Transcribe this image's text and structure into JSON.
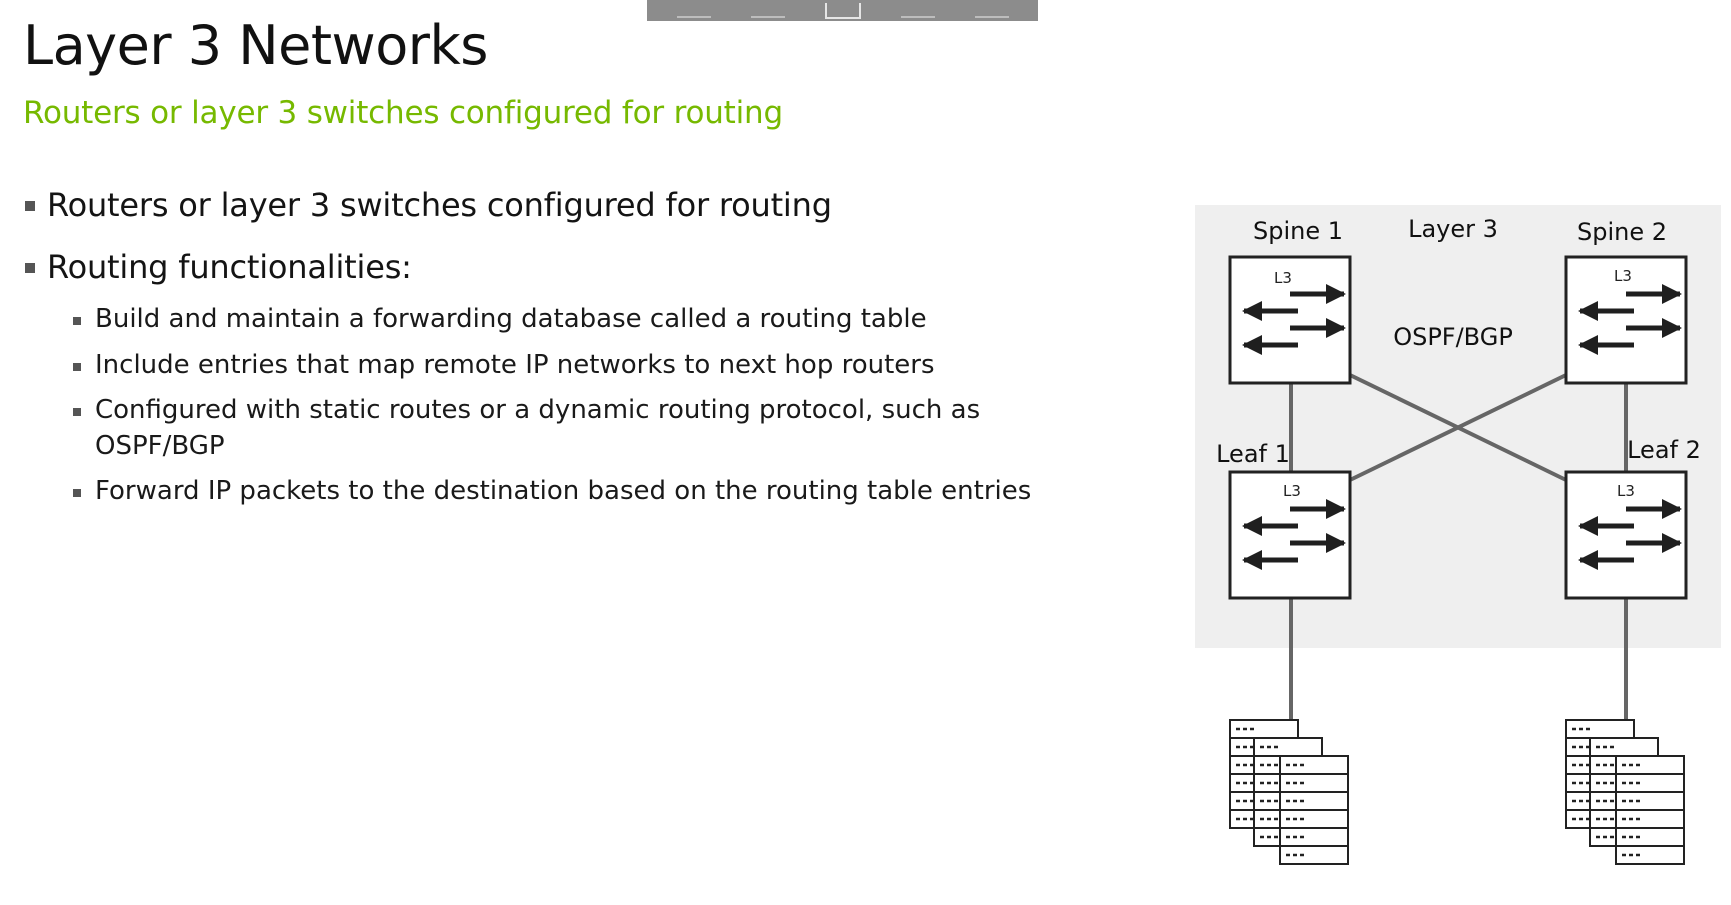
{
  "slide": {
    "title": "Layer 3 Networks",
    "subtitle": "Routers or layer 3 switches configured for routing",
    "bullets": [
      "Routers or layer 3 switches configured for routing",
      "Routing functionalities:"
    ],
    "sub_bullets": [
      "Build and maintain a forwarding database called a routing table",
      "Include entries that map remote IP networks to next hop routers",
      "Configured with static routes or a dynamic routing protocol, such as OSPF/BGP",
      "Forward IP packets to the destination based on the routing table entries"
    ]
  },
  "diagram": {
    "layer_label": "Layer 3",
    "protocol_label": "OSPF/BGP",
    "switch_badge": "L3",
    "spine1": "Spine 1",
    "spine2": "Spine 2",
    "leaf1": "Leaf 1",
    "leaf2": "Leaf 2",
    "background_color": "#efefef"
  }
}
